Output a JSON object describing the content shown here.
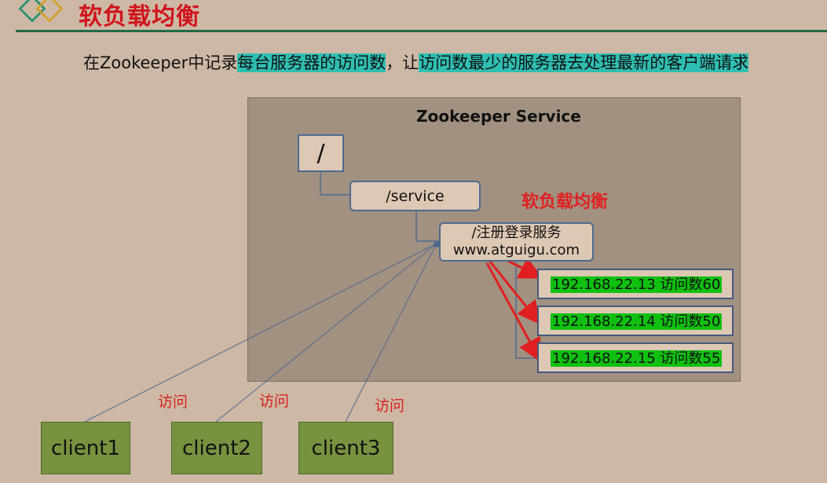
{
  "header": {
    "title": "软负载均衡"
  },
  "subtitle": {
    "part1": "在Zookeeper中记录",
    "hl1": "每台服务器的访问数",
    "part2": "，让",
    "hl2": "访问数最少的服务器去处理最新的客户端请求"
  },
  "diagram": {
    "service_title": "Zookeeper Service",
    "root_node": "/",
    "service_node": "/service",
    "register_node_line1": "/注册登录服务",
    "register_node_line2": "www.atguigu.com",
    "lb_label": "软负载均衡",
    "servers": [
      "192.168.22.13  访问数60",
      "192.168.22.14 访问数50",
      "192.168.22.15 访问数55"
    ],
    "clients": [
      "client1",
      "client2",
      "client3"
    ],
    "visit_label": "访问"
  },
  "colors": {
    "title": "#d0141c",
    "highlight": "#2fbfb2",
    "server_highlight": "#10c010",
    "arrow": "#e02020",
    "client": "#78923f"
  }
}
